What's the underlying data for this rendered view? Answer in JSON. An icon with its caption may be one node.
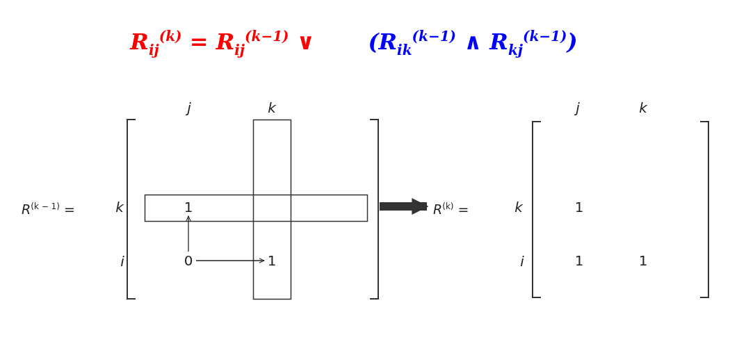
{
  "diagram": {
    "nodes": [
      {
        "text": [
          "R$^{(k − 1)}$ ="
        ]
      },
      {
        "text": [
          "1"
        ],
        "in": 0
      },
      {
        "text": [
          "0"
        ],
        "in": 0
      },
      {
        "text": [
          "1"
        ],
        "in": 0
      },
      {
        "text": [
          "R$^{(k)}$ ="
        ]
      }
    ],
    "edges": [
      {
        "from": 2,
        "to": 1,
        "arrow": "to"
      },
      {
        "from": 2,
        "to": 3,
        "arrow": "to"
      },
      {
        "from": 0,
        "to": 4,
        "arrow": "to",
        "style": "thick",
        "color": "#333333"
      }
    ],
    "labels": [
      "R$_{ij}$$^{(k)}$ = R$_{ij}$$^{(k−1)}$ ∨",
      "(R$_{ik}$$^{(k−1)}$ ∧ R$_{kj}$$^{(k−1)}$)",
      "j",
      "k",
      "j",
      "k",
      "k",
      "k",
      "1",
      "i",
      "i",
      "1",
      "1"
    ]
  }
}
